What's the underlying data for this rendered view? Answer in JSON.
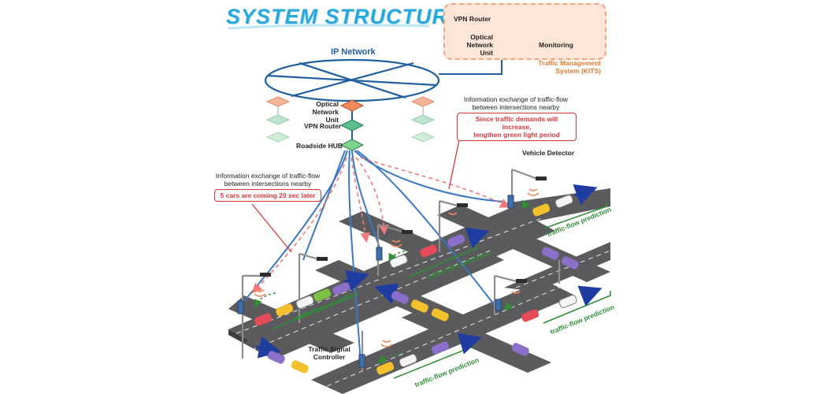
{
  "title": "SYSTEM STRUCTURE",
  "kits": {
    "vpn_router": "VPN Router",
    "optical_network_unit": "Optical\nNetwork Unit",
    "monitoring": "Monitoring",
    "label": "Traffic Management\nSystem (KITS)"
  },
  "network": {
    "label": "IP Network",
    "optical_network_unit": "Optical\nNetwork Unit",
    "vpn_router": "VPN Router",
    "roadside_hub": "Roadside HUB"
  },
  "info_exchange_right": "Information exchange of traffic-flow\nbetween intersections nearby",
  "callout_right": "Since traffic demands will increase,\nlengthen green light period",
  "info_exchange_left": "Information exchange of traffic-flow\nbetween intersections nearby",
  "callout_left": "5 cars are coming 20 sec later",
  "vehicle_detector": "Vehicle Detector",
  "traffic_signal_controller": "Traffic Signal\nController",
  "flow_label": "traffic-flow prediction",
  "colors": {
    "title": "#29a8dc",
    "network": "#1f5f9e",
    "callout": "#d9383b",
    "orange_node": "#f08a5d",
    "green_node": "#5cbf8f",
    "road": "#5b5b5e",
    "flow": "#2e8f35"
  }
}
